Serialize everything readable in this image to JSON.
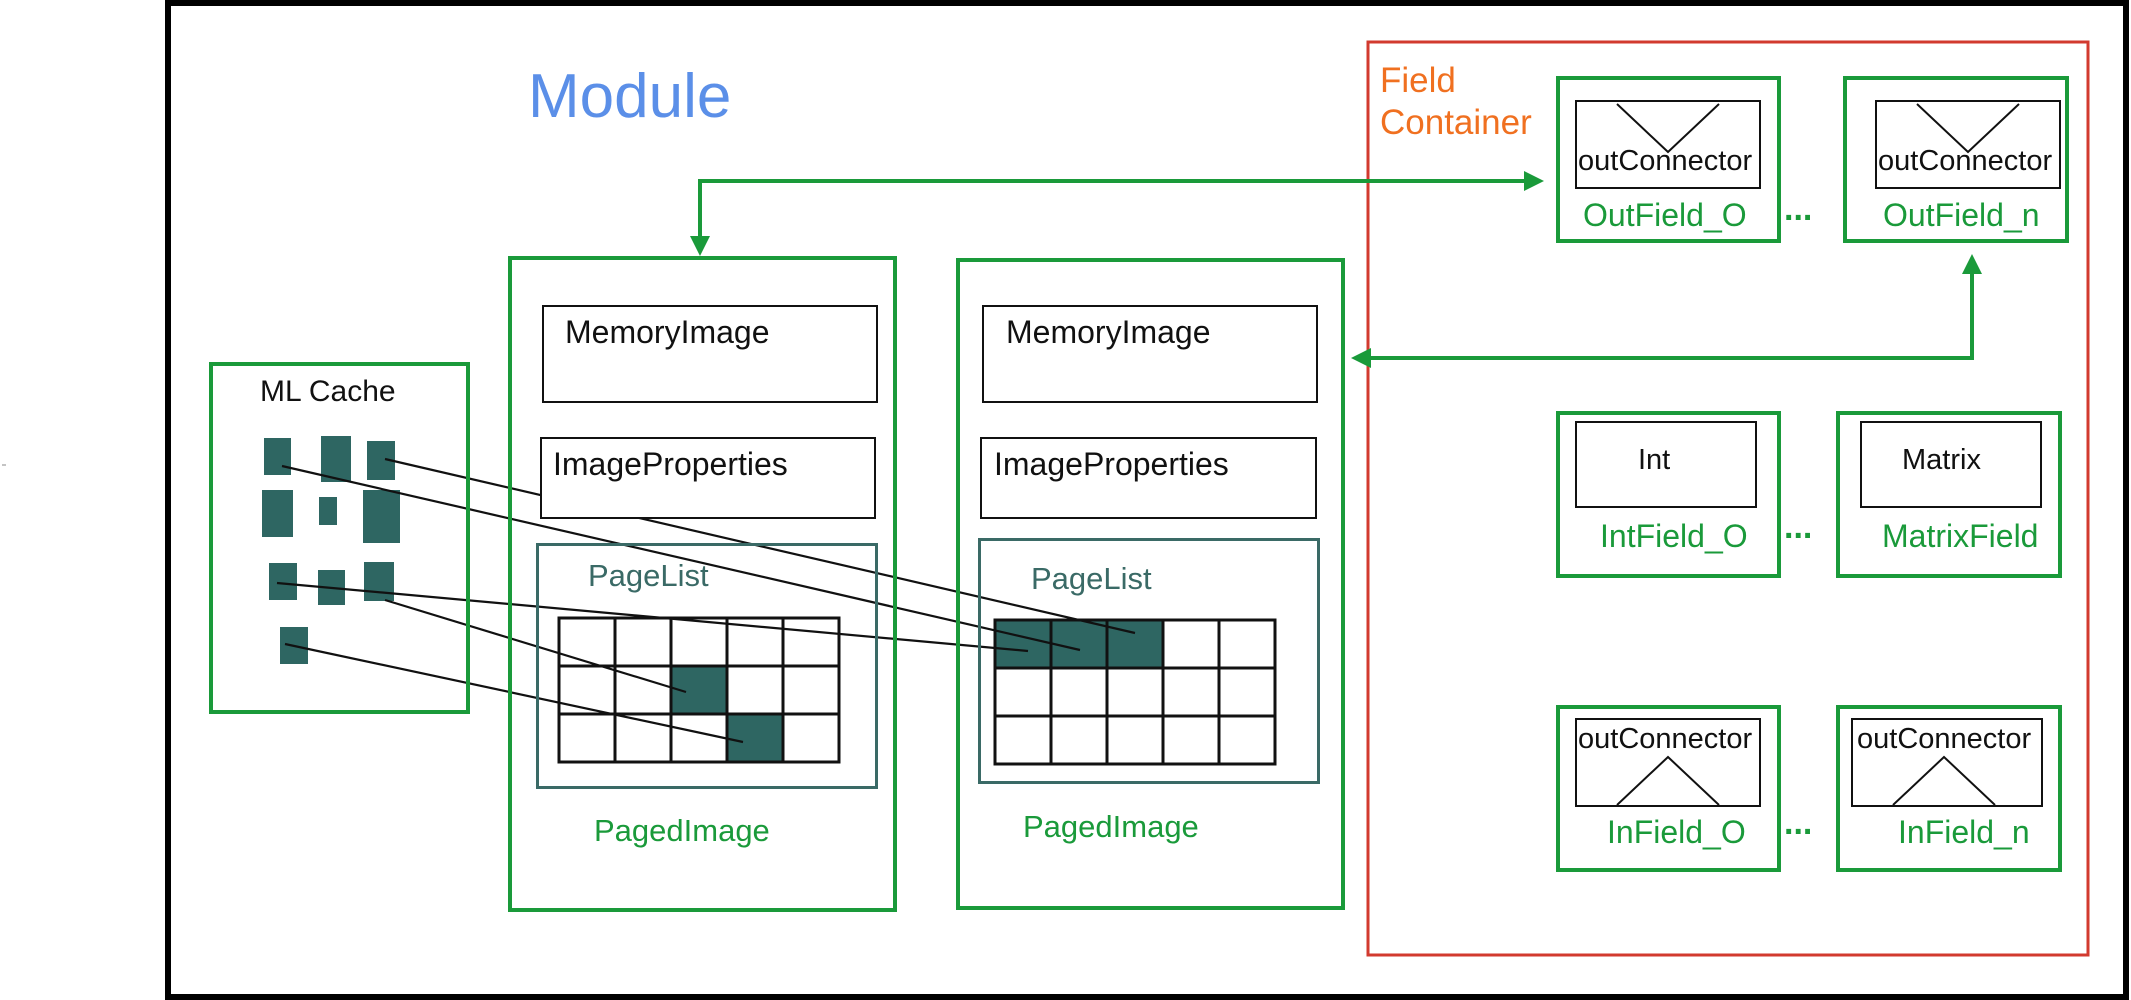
{
  "colors": {
    "module_frame": "#000000",
    "module_title": "#5b8fe8",
    "field_container_border": "#d23a2f",
    "field_container_label": "#f07020",
    "green": "#1a9a3a",
    "teal": "#3a6a66",
    "cell_fill": "#2e6662",
    "line": "#111111"
  },
  "module": {
    "title": "Module"
  },
  "field_container": {
    "label_line1": "Field",
    "label_line2": "Container"
  },
  "ml_cache": {
    "label": "ML Cache"
  },
  "paged_images": [
    {
      "memory_image": "MemoryImage",
      "image_properties": "ImageProperties",
      "page_list": "PageList",
      "label": "PagedImage"
    },
    {
      "memory_image": "MemoryImage",
      "image_properties": "ImageProperties",
      "page_list": "PageList",
      "label": "PagedImage"
    }
  ],
  "fields": {
    "out": [
      {
        "connector": "outConnector",
        "label": "OutField_O"
      },
      {
        "connector": "outConnector",
        "label": "OutField_n"
      }
    ],
    "mid": [
      {
        "type": "Int",
        "label": "IntField_O"
      },
      {
        "type": "Matrix",
        "label": "MatrixField"
      }
    ],
    "in": [
      {
        "connector": "outConnector",
        "label": "InField_O"
      },
      {
        "connector": "outConnector",
        "label": "InField_n"
      }
    ],
    "ellipsis": "..."
  }
}
